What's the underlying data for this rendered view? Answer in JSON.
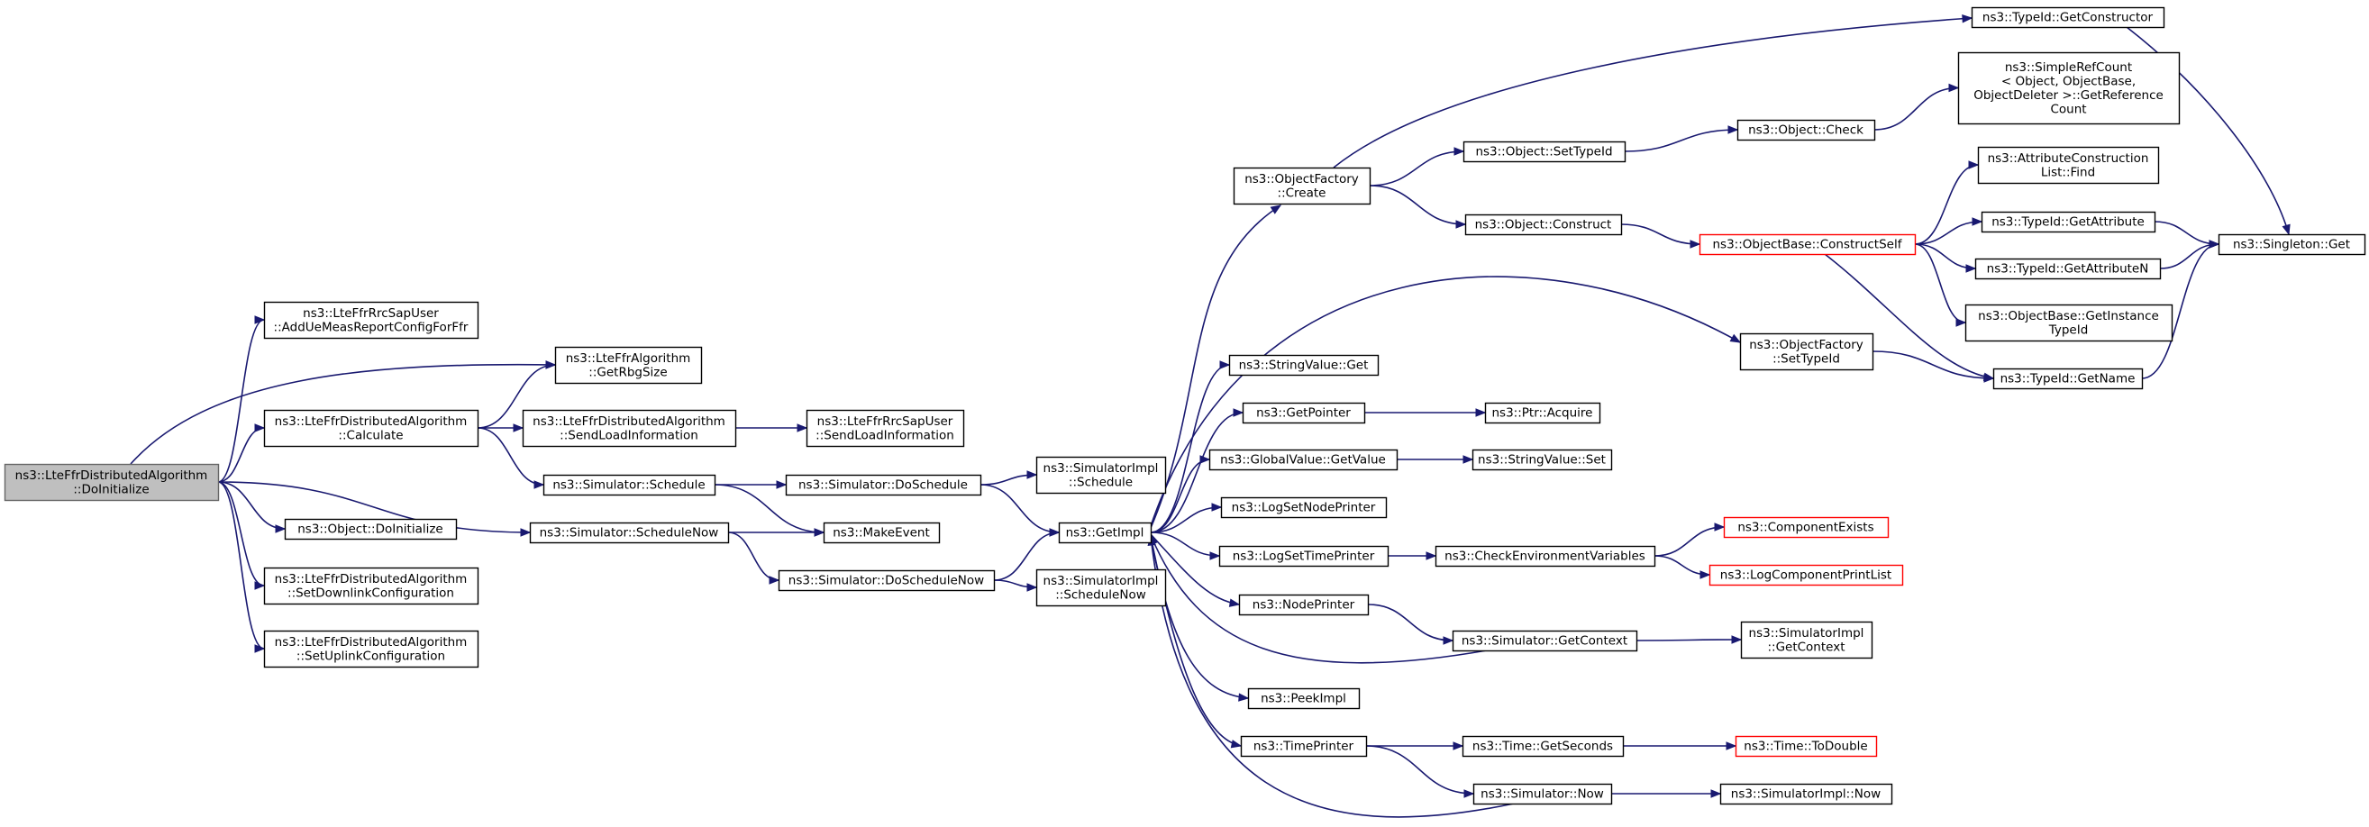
{
  "nodes": {
    "root": {
      "lines": [
        "ns3::LteFfrDistributedAlgorithm",
        "::DoInitialize"
      ]
    },
    "addue": {
      "lines": [
        "ns3::LteFfrRrcSapUser",
        "::AddUeMeasReportConfigForFfr"
      ]
    },
    "rbg": {
      "lines": [
        "ns3::LteFfrAlgorithm",
        "::GetRbgSize"
      ]
    },
    "calc": {
      "lines": [
        "ns3::LteFfrDistributedAlgorithm",
        "::Calculate"
      ]
    },
    "sendA": {
      "lines": [
        "ns3::LteFfrDistributedAlgorithm",
        "::SendLoadInformation"
      ]
    },
    "sendB": {
      "lines": [
        "ns3::LteFfrRrcSapUser",
        "::SendLoadInformation"
      ]
    },
    "sched": {
      "lines": [
        "ns3::Simulator::Schedule"
      ]
    },
    "dosch": {
      "lines": [
        "ns3::Simulator::DoSchedule"
      ]
    },
    "simsch": {
      "lines": [
        "ns3::SimulatorImpl",
        "::Schedule"
      ]
    },
    "objdo": {
      "lines": [
        "ns3::Object::DoInitialize"
      ]
    },
    "schnow": {
      "lines": [
        "ns3::Simulator::ScheduleNow"
      ]
    },
    "mkev": {
      "lines": [
        "ns3::MakeEvent"
      ]
    },
    "getimpl": {
      "lines": [
        "ns3::GetImpl"
      ]
    },
    "doschnow": {
      "lines": [
        "ns3::Simulator::DoScheduleNow"
      ]
    },
    "simschnow": {
      "lines": [
        "ns3::SimulatorImpl",
        "::ScheduleNow"
      ]
    },
    "setdl": {
      "lines": [
        "ns3::LteFfrDistributedAlgorithm",
        "::SetDownlinkConfiguration"
      ]
    },
    "setul": {
      "lines": [
        "ns3::LteFfrDistributedAlgorithm",
        "::SetUplinkConfiguration"
      ]
    },
    "ofcreate": {
      "lines": [
        "ns3::ObjectFactory",
        "::Create"
      ]
    },
    "strget": {
      "lines": [
        "ns3::StringValue::Get"
      ]
    },
    "getptr": {
      "lines": [
        "ns3::GetPointer"
      ]
    },
    "gvget": {
      "lines": [
        "ns3::GlobalValue::GetValue"
      ]
    },
    "lsnp": {
      "lines": [
        "ns3::LogSetNodePrinter"
      ]
    },
    "lstp": {
      "lines": [
        "ns3::LogSetTimePrinter"
      ]
    },
    "nodep": {
      "lines": [
        "ns3::NodePrinter"
      ]
    },
    "peek": {
      "lines": [
        "ns3::PeekImpl"
      ]
    },
    "timep": {
      "lines": [
        "ns3::TimePrinter"
      ]
    },
    "setid": {
      "lines": [
        "ns3::Object::SetTypeId"
      ]
    },
    "construct": {
      "lines": [
        "ns3::Object::Construct"
      ]
    },
    "acquire": {
      "lines": [
        "ns3::Ptr::Acquire"
      ]
    },
    "strset": {
      "lines": [
        "ns3::StringValue::Set"
      ]
    },
    "checkenv": {
      "lines": [
        "ns3::CheckEnvironmentVariables"
      ]
    },
    "getctx": {
      "lines": [
        "ns3::Simulator::GetContext"
      ]
    },
    "getsec": {
      "lines": [
        "ns3::Time::GetSeconds"
      ]
    },
    "simnow": {
      "lines": [
        "ns3::Simulator::Now"
      ]
    },
    "check": {
      "lines": [
        "ns3::Object::Check"
      ]
    },
    "cself": {
      "lines": [
        "ns3::ObjectBase::ConstructSelf"
      ],
      "red": true
    },
    "ofsetid": {
      "lines": [
        "ns3::ObjectFactory",
        "::SetTypeId"
      ]
    },
    "compex": {
      "lines": [
        "ns3::ComponentExists"
      ],
      "red": true
    },
    "lcpl": {
      "lines": [
        "ns3::LogComponentPrintList"
      ],
      "red": true
    },
    "simgctx": {
      "lines": [
        "ns3::SimulatorImpl",
        "::GetContext"
      ]
    },
    "todouble": {
      "lines": [
        "ns3::Time::ToDouble"
      ],
      "red": true
    },
    "siminow": {
      "lines": [
        "ns3::SimulatorImpl::Now"
      ]
    },
    "getctor": {
      "lines": [
        "ns3::TypeId::GetConstructor"
      ]
    },
    "srcgrc": {
      "lines": [
        "ns3::SimpleRefCount",
        "< Object, ObjectBase,",
        "ObjectDeleter >::GetReference",
        "Count"
      ]
    },
    "acfind": {
      "lines": [
        "ns3::AttributeConstruction",
        "List::Find"
      ]
    },
    "tgetattr": {
      "lines": [
        "ns3::TypeId::GetAttribute"
      ]
    },
    "tgetattrn": {
      "lines": [
        "ns3::TypeId::GetAttributeN"
      ]
    },
    "obgit": {
      "lines": [
        "ns3::ObjectBase::GetInstance",
        "TypeId"
      ]
    },
    "tgetname": {
      "lines": [
        "ns3::TypeId::GetName"
      ]
    },
    "singget": {
      "lines": [
        "ns3::Singleton::Get"
      ]
    }
  },
  "edges": [
    [
      "root",
      "addue"
    ],
    [
      "root",
      "rbg"
    ],
    [
      "root",
      "calc"
    ],
    [
      "root",
      "objdo"
    ],
    [
      "root",
      "schnow"
    ],
    [
      "root",
      "setdl"
    ],
    [
      "root",
      "setul"
    ],
    [
      "calc",
      "rbg"
    ],
    [
      "calc",
      "sendA"
    ],
    [
      "calc",
      "sched"
    ],
    [
      "sendA",
      "sendB"
    ],
    [
      "sched",
      "dosch"
    ],
    [
      "sched",
      "mkev"
    ],
    [
      "schnow",
      "mkev"
    ],
    [
      "schnow",
      "doschnow"
    ],
    [
      "dosch",
      "simsch"
    ],
    [
      "dosch",
      "getimpl"
    ],
    [
      "doschnow",
      "getimpl"
    ],
    [
      "doschnow",
      "simschnow"
    ],
    [
      "getimpl",
      "ofcreate"
    ],
    [
      "getimpl",
      "strget"
    ],
    [
      "getimpl",
      "getptr"
    ],
    [
      "getimpl",
      "gvget"
    ],
    [
      "getimpl",
      "lsnp"
    ],
    [
      "getimpl",
      "lstp"
    ],
    [
      "getimpl",
      "nodep"
    ],
    [
      "getimpl",
      "peek"
    ],
    [
      "getimpl",
      "timep"
    ],
    [
      "getimpl",
      "ofsetid"
    ],
    [
      "ofcreate",
      "getctor"
    ],
    [
      "ofcreate",
      "setid"
    ],
    [
      "ofcreate",
      "construct"
    ],
    [
      "setid",
      "check"
    ],
    [
      "check",
      "srcgrc"
    ],
    [
      "construct",
      "cself"
    ],
    [
      "cself",
      "acfind"
    ],
    [
      "cself",
      "tgetattr"
    ],
    [
      "cself",
      "tgetattrn"
    ],
    [
      "cself",
      "obgit"
    ],
    [
      "cself",
      "tgetname"
    ],
    [
      "getptr",
      "acquire"
    ],
    [
      "gvget",
      "strset"
    ],
    [
      "lstp",
      "checkenv"
    ],
    [
      "checkenv",
      "compex"
    ],
    [
      "checkenv",
      "lcpl"
    ],
    [
      "nodep",
      "getctx"
    ],
    [
      "getctx",
      "simgctx"
    ],
    [
      "getctx",
      "getimpl"
    ],
    [
      "timep",
      "getsec"
    ],
    [
      "timep",
      "simnow"
    ],
    [
      "getsec",
      "todouble"
    ],
    [
      "simnow",
      "siminow"
    ],
    [
      "simnow",
      "getimpl"
    ],
    [
      "ofsetid",
      "tgetname"
    ],
    [
      "tgetattr",
      "singget"
    ],
    [
      "tgetattrn",
      "singget"
    ],
    [
      "tgetname",
      "singget"
    ],
    [
      "getctor",
      "singget"
    ]
  ]
}
